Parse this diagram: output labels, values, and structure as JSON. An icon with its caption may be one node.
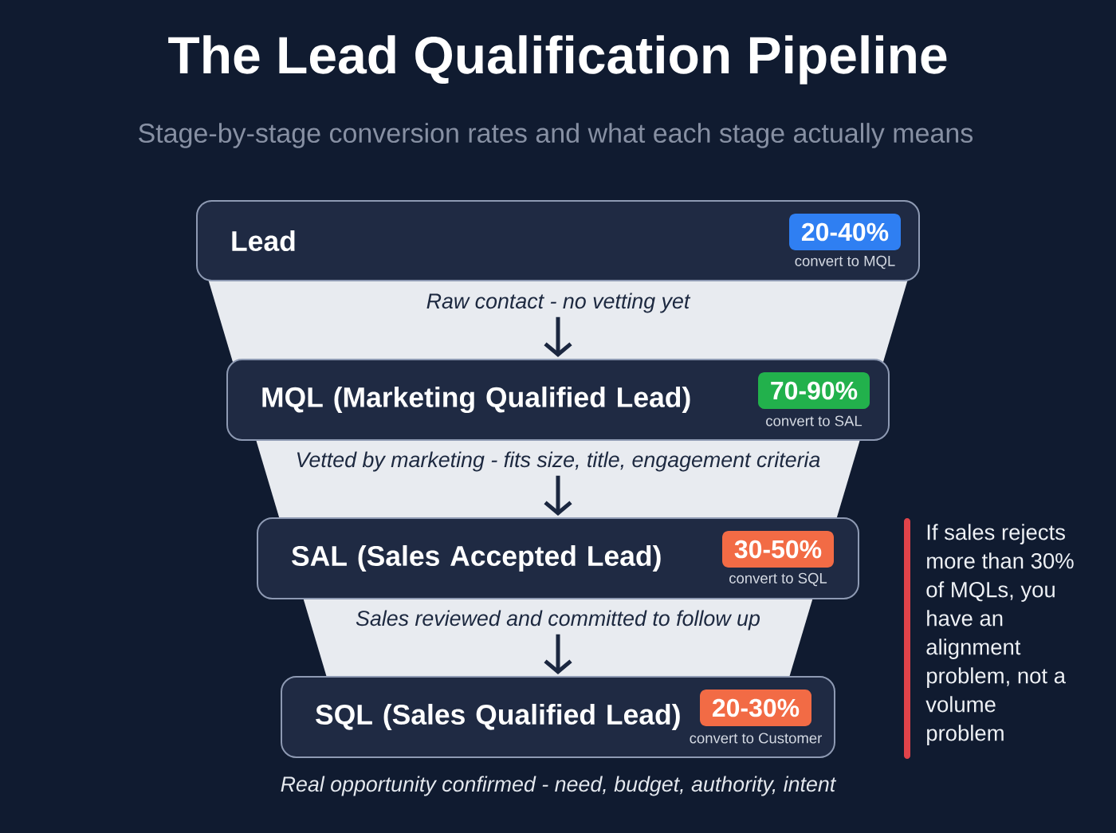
{
  "diagram": {
    "title": "The Lead Qualification Pipeline",
    "nodes": [
      {
        "text": [
          "Lead"
        ]
      },
      {
        "text": [
          "20-40%"
        ],
        "in": 0,
        "beside": [
          "convert to MQL"
        ]
      },
      {
        "text": [
          "Raw contact - no vetting yet"
        ]
      },
      {
        "text": [
          "MQL (Marketing Qualified Lead)"
        ]
      },
      {
        "text": [
          "70-90%"
        ],
        "in": 3,
        "beside": [
          "convert to SAL"
        ]
      },
      {
        "text": [
          "Vetted by marketing - fits size, title, engagement criteria"
        ]
      },
      {
        "text": [
          "SAL (Sales Accepted Lead)"
        ]
      },
      {
        "text": [
          "30-50%"
        ],
        "in": 6,
        "beside": [
          "convert to SQL"
        ]
      },
      {
        "text": [
          "Sales reviewed and committed to follow up"
        ]
      },
      {
        "text": [
          "SQL (Sales Qualified Lead)"
        ]
      },
      {
        "text": [
          "20-30%"
        ],
        "in": 9,
        "beside": [
          "convert to Customer"
        ]
      },
      {
        "text": [
          "Real opportunity confirmed - need, budget, authority, intent"
        ]
      }
    ],
    "edges": [
      {
        "from": 2,
        "to": 3,
        "arrow": "to"
      },
      {
        "from": 5,
        "to": 6,
        "arrow": "to"
      },
      {
        "from": 8,
        "to": 9,
        "arrow": "to"
      }
    ],
    "labels": [
      "Stage-by-stage conversion rates and what each stage actually means",
      "If sales rejects more than 30% of MQLs, you have an alignment problem, not a volume problem"
    ]
  }
}
